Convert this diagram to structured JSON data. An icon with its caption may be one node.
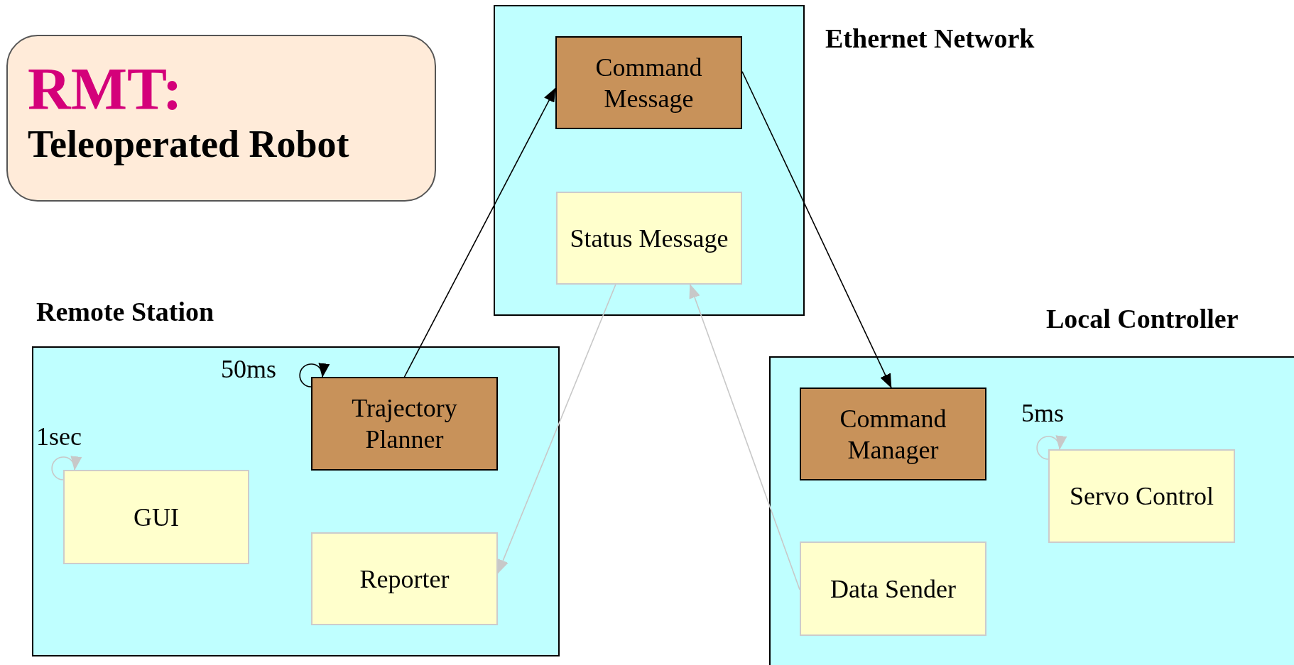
{
  "diagram": {
    "nodes": [
      {
        "text": [
          "RMT:",
          "Teleoperated Robot"
        ]
      },
      {
        "text": [
          "Ethernet Network"
        ]
      },
      {
        "text": [
          "Command Message"
        ],
        "in": 1
      },
      {
        "text": [
          "Status Message"
        ],
        "in": 1
      },
      {
        "text": [
          "Remote Station"
        ]
      },
      {
        "text": [
          "Trajectory Planner"
        ],
        "in": 4
      },
      {
        "text": [
          "GUI"
        ],
        "in": 4
      },
      {
        "text": [
          "Reporter"
        ],
        "in": 4
      },
      {
        "text": [
          "Local Controller"
        ]
      },
      {
        "text": [
          "Command Manager"
        ],
        "in": 8
      },
      {
        "text": [
          "Servo Control"
        ],
        "in": 8
      },
      {
        "text": [
          "Data Sender"
        ],
        "in": 8
      }
    ],
    "edges": [
      {
        "from": 5,
        "to": 2,
        "arrow": "to",
        "color": "#000000"
      },
      {
        "from": 2,
        "to": 9,
        "arrow": "to",
        "color": "#000000"
      },
      {
        "from": 3,
        "to": 7,
        "arrow": "to",
        "color": "#c8c8c8"
      },
      {
        "from": 11,
        "to": 3,
        "arrow": "to",
        "color": "#c8c8c8"
      },
      {
        "from": 5,
        "to": 5,
        "arrow": "to",
        "label": "50ms",
        "color": "#000000"
      },
      {
        "from": 6,
        "to": 6,
        "arrow": "to",
        "label": "1sec",
        "color": "#c8c8c8"
      },
      {
        "from": 10,
        "to": 10,
        "arrow": "to",
        "label": "5ms",
        "color": "#c8c8c8"
      }
    ]
  }
}
